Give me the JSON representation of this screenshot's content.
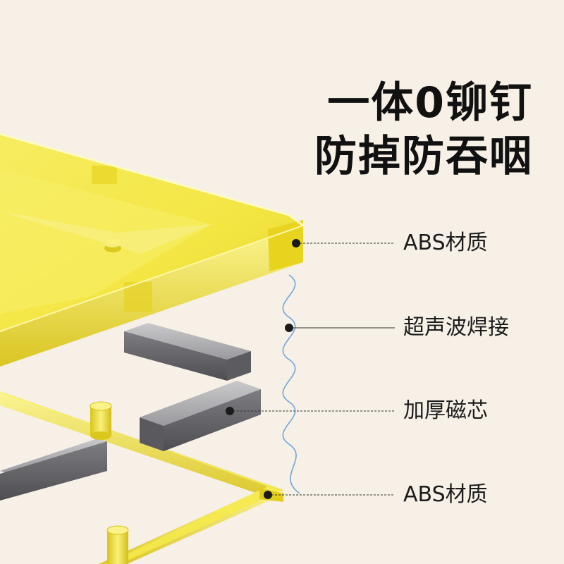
{
  "headline": {
    "line1": "一体0铆钉",
    "line2": "防掉防吞咽"
  },
  "callouts": [
    {
      "label": "ABS材质"
    },
    {
      "label": "超声波焊接"
    },
    {
      "label": "加厚磁芯"
    },
    {
      "label": "ABS材质"
    }
  ],
  "colors": {
    "background": "#f6f0e6",
    "frame_yellow": "#f4e62c",
    "magnet_gray": "#6e6e72",
    "wave_blue": "#6fa6dd",
    "text": "#111111"
  }
}
